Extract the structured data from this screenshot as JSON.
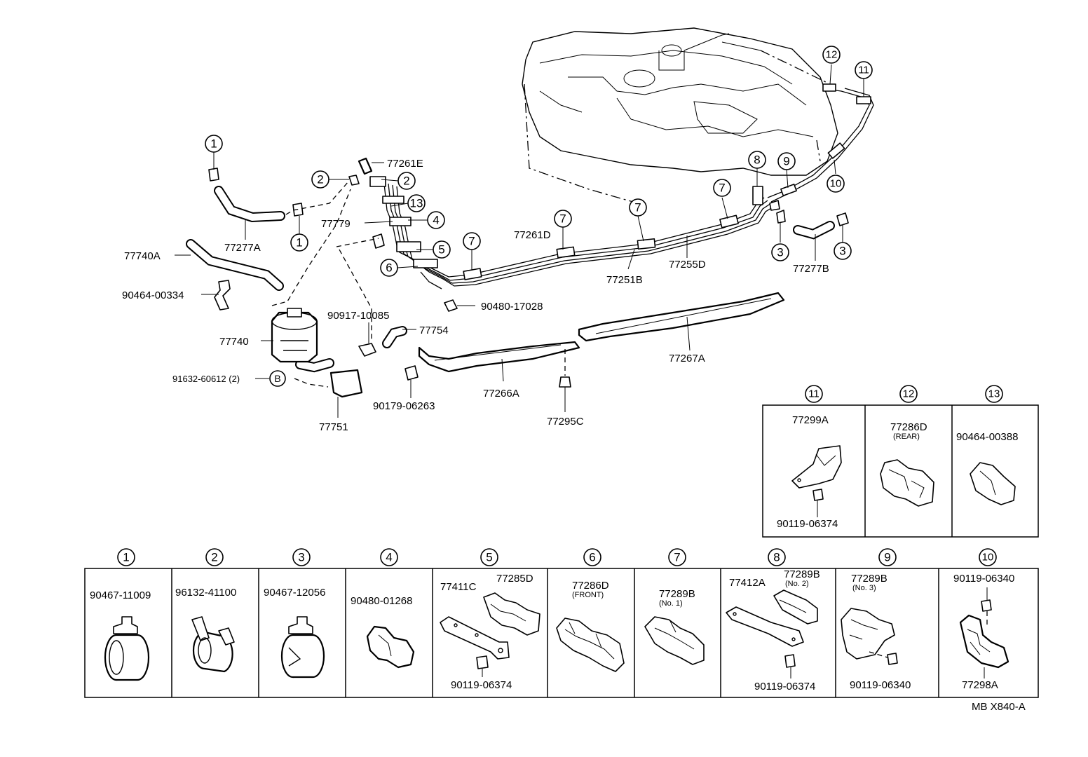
{
  "main_labels": {
    "p77261E": "77261E",
    "p77779": "77779",
    "p77277A": "77277A",
    "p77740A": "77740A",
    "p90464_00334": "90464-00334",
    "p77740": "77740",
    "p90917_10085": "90917-10085",
    "p77754": "77754",
    "p91632_60612": "91632-60612 (2)",
    "p77751": "77751",
    "p77261D": "77261D",
    "p77251B": "77251B",
    "p77255D": "77255D",
    "p77277B": "77277B",
    "p90480_17028": "90480-17028",
    "p77266A": "77266A",
    "p90179_06263": "90179-06263",
    "p77267A": "77267A",
    "p77295C": "77295C"
  },
  "circle_refs": {
    "c1": "1",
    "c2": "2",
    "c3": "3",
    "c4": "4",
    "c5": "5",
    "c6": "6",
    "c7": "7",
    "c8": "8",
    "c9": "9",
    "c10": "10",
    "c11": "11",
    "c12": "12",
    "c13": "13",
    "cB": "B"
  },
  "upper_table": [
    {
      "ref": "11",
      "parts": [
        "77299A",
        "90119-06374"
      ]
    },
    {
      "ref": "12",
      "parts": [
        "77286D",
        "(REAR)"
      ]
    },
    {
      "ref": "13",
      "parts": [
        "90464-00388"
      ]
    }
  ],
  "lower_table": [
    {
      "ref": "1",
      "parts": [
        "90467-11009"
      ]
    },
    {
      "ref": "2",
      "parts": [
        "96132-41100"
      ]
    },
    {
      "ref": "3",
      "parts": [
        "90467-12056"
      ]
    },
    {
      "ref": "4",
      "parts": [
        "90480-01268"
      ]
    },
    {
      "ref": "5",
      "parts": [
        "77411C",
        "77285D",
        "90119-06374"
      ]
    },
    {
      "ref": "6",
      "parts": [
        "77286D",
        "(FRONT)"
      ]
    },
    {
      "ref": "7",
      "parts": [
        "77289B",
        "(No. 1)"
      ]
    },
    {
      "ref": "8",
      "parts": [
        "77412A",
        "77289B",
        "(No. 2)",
        "90119-06374"
      ]
    },
    {
      "ref": "9",
      "parts": [
        "77289B",
        "(No. 3)",
        "90119-06340"
      ]
    },
    {
      "ref": "10",
      "parts": [
        "90119-06340",
        "77298A"
      ]
    }
  ],
  "footer_code": "MB  X840-A"
}
